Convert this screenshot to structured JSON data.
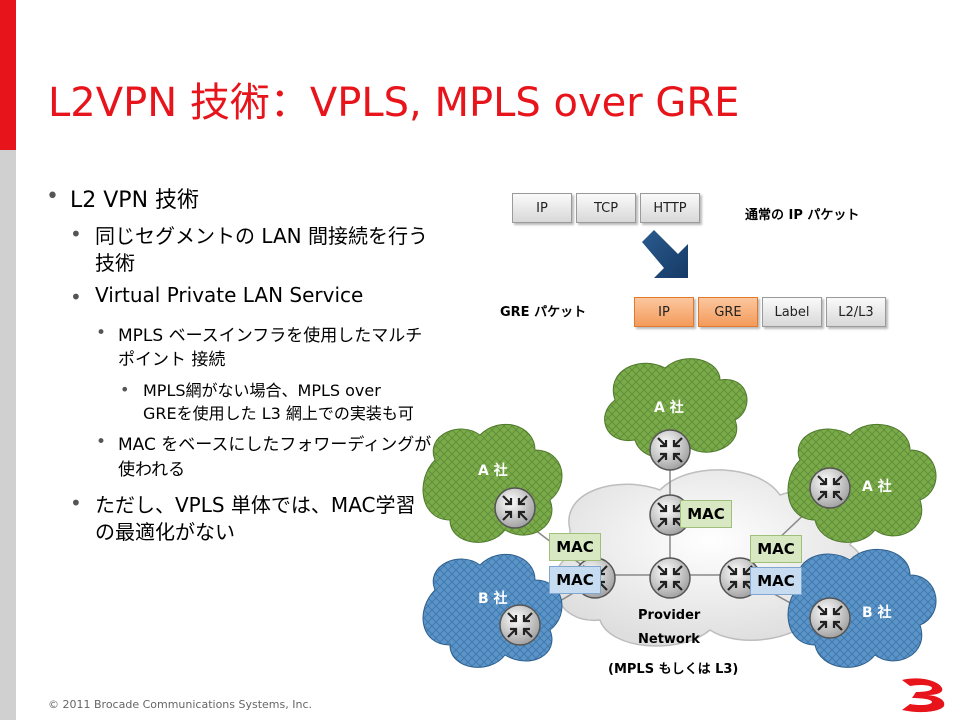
{
  "slide": {
    "title": "L2VPN 技術：VPLS, MPLS over GRE",
    "footer": "© 2011 Brocade Communications Systems, Inc."
  },
  "bullets": {
    "b1": "L2 VPN 技術",
    "b1_1a": "同じセグメントの LAN 間接続を行う",
    "b1_1b": "技術",
    "b1_2": "Virtual Private LAN Service",
    "b1_2_1a": "MPLS ベースインフラを使用したマルチ",
    "b1_2_1b": "ポイント 接続",
    "b1_2_1_1a": "MPLS網がない場合、MPLS over",
    "b1_2_1_1b": "GREを使用した L3 網上での実装も可",
    "b1_2_2a": "MAC をベースにしたフォワーディングが",
    "b1_2_2b": "使われる",
    "b1_3a": "ただし、VPLS 単体では、MAC学習",
    "b1_3b": "の最適化がない"
  },
  "packets": {
    "normal": [
      "IP",
      "TCP",
      "HTTP"
    ],
    "normal_label": "通常の IP パケット",
    "gre": [
      "IP",
      "GRE",
      "Label",
      "L2/L3"
    ],
    "gre_label": "GRE パケット"
  },
  "network": {
    "clouds": {
      "a_top": "A 社",
      "a_left": "A 社",
      "a_right": "A 社",
      "b_left": "B 社",
      "b_right": "B 社"
    },
    "mac": "MAC",
    "provider": [
      "Provider",
      "Network",
      "(MPLS もしくは L3)"
    ]
  },
  "colors": {
    "accent": "#e8141b",
    "green_cloud": "#7aab4a",
    "blue_cloud": "#5b94c8"
  }
}
